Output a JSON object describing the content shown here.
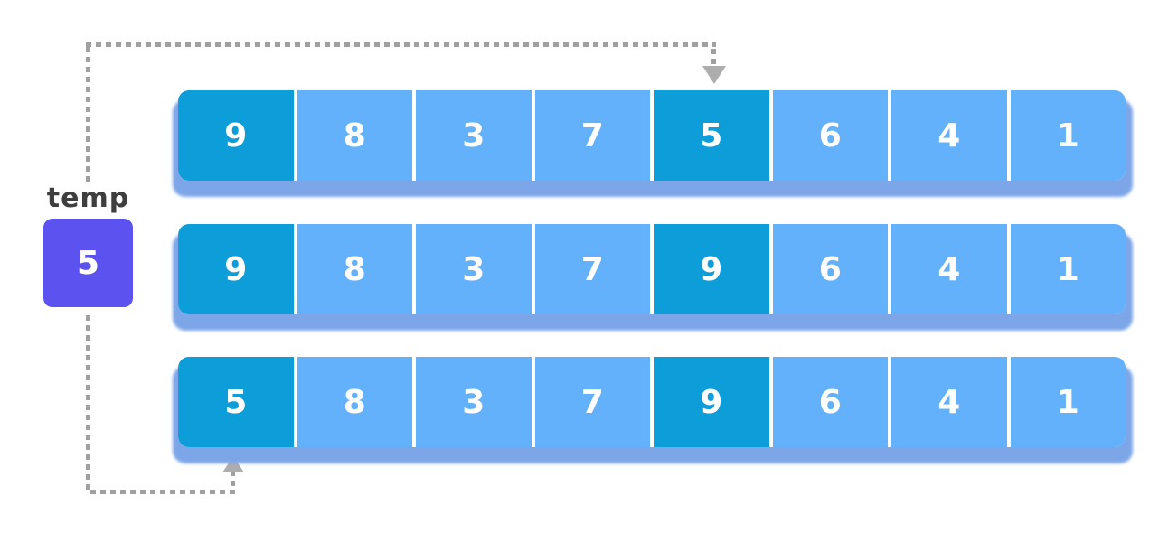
{
  "colors": {
    "cell_light": "#64B1FB",
    "cell_dark": "#0D9ED9",
    "row_shadow": "#7DA6E8",
    "temp_box": "#5B52EF",
    "connector": "#A0A0A0",
    "arrow": "#ADADAD",
    "label_text": "#3E3E3E",
    "cell_text": "#FFFFFF"
  },
  "temp": {
    "label": "temp",
    "value": "5"
  },
  "arrays": [
    {
      "cells": [
        {
          "value": "9",
          "highlight": true
        },
        {
          "value": "8",
          "highlight": false
        },
        {
          "value": "3",
          "highlight": false
        },
        {
          "value": "7",
          "highlight": false
        },
        {
          "value": "5",
          "highlight": true
        },
        {
          "value": "6",
          "highlight": false
        },
        {
          "value": "4",
          "highlight": false
        },
        {
          "value": "1",
          "highlight": false
        }
      ]
    },
    {
      "cells": [
        {
          "value": "9",
          "highlight": true
        },
        {
          "value": "8",
          "highlight": false
        },
        {
          "value": "3",
          "highlight": false
        },
        {
          "value": "7",
          "highlight": false
        },
        {
          "value": "9",
          "highlight": true
        },
        {
          "value": "6",
          "highlight": false
        },
        {
          "value": "4",
          "highlight": false
        },
        {
          "value": "1",
          "highlight": false
        }
      ]
    },
    {
      "cells": [
        {
          "value": "5",
          "highlight": true
        },
        {
          "value": "8",
          "highlight": false
        },
        {
          "value": "3",
          "highlight": false
        },
        {
          "value": "7",
          "highlight": false
        },
        {
          "value": "9",
          "highlight": true
        },
        {
          "value": "6",
          "highlight": false
        },
        {
          "value": "4",
          "highlight": false
        },
        {
          "value": "1",
          "highlight": false
        }
      ]
    }
  ],
  "connectors": [
    {
      "name": "temp-to-array1-cell5",
      "direction": "down"
    },
    {
      "name": "temp-to-array3-cell1",
      "direction": "up"
    }
  ]
}
